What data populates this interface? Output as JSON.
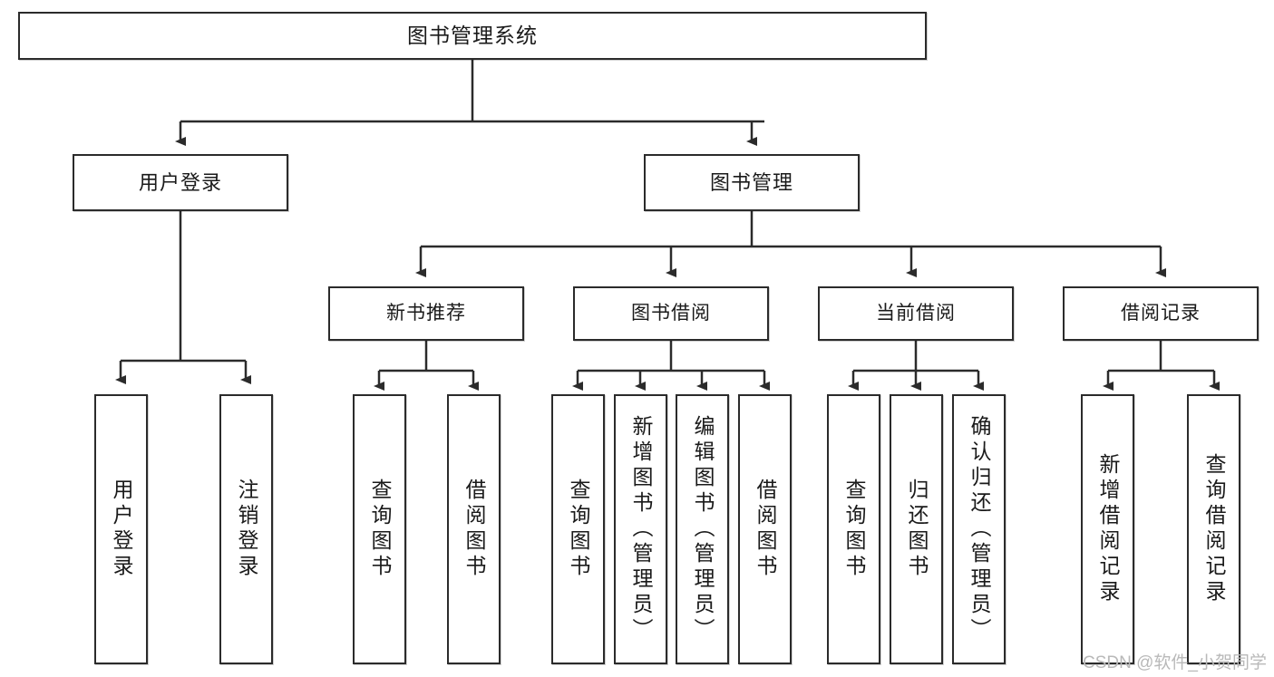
{
  "diagram": {
    "title": "图书管理系统",
    "watermark": "CSDN @软件_小贺同学",
    "colors": {
      "box_border": "#2b2b2b",
      "box_fill": "#ffffff",
      "edge": "#2b2b2b",
      "text": "#1a1a1a",
      "watermark": "#b9b9b9"
    },
    "nodes": {
      "root": {
        "label": "图书管理系统"
      },
      "level2": [
        {
          "label": "用户登录"
        },
        {
          "label": "图书管理"
        }
      ],
      "level3": [
        {
          "label": "新书推荐"
        },
        {
          "label": "图书借阅"
        },
        {
          "label": "当前借阅"
        },
        {
          "label": "借阅记录"
        }
      ],
      "leaves": {
        "user_login": [
          {
            "label": "用户登录"
          },
          {
            "label": "注销登录"
          }
        ],
        "new_book_recommend": [
          {
            "label": "查询图书"
          },
          {
            "label": "借阅图书"
          }
        ],
        "book_borrow": [
          {
            "label": "查询图书"
          },
          {
            "label": "新增图书（管理员）"
          },
          {
            "label": "编辑图书（管理员）"
          },
          {
            "label": "借阅图书"
          }
        ],
        "current_borrow": [
          {
            "label": "查询图书"
          },
          {
            "label": "归还图书"
          },
          {
            "label": "确认归还（管理员）"
          }
        ],
        "borrow_record": [
          {
            "label": "新增借阅记录"
          },
          {
            "label": "查询借阅记录"
          }
        ]
      }
    }
  }
}
